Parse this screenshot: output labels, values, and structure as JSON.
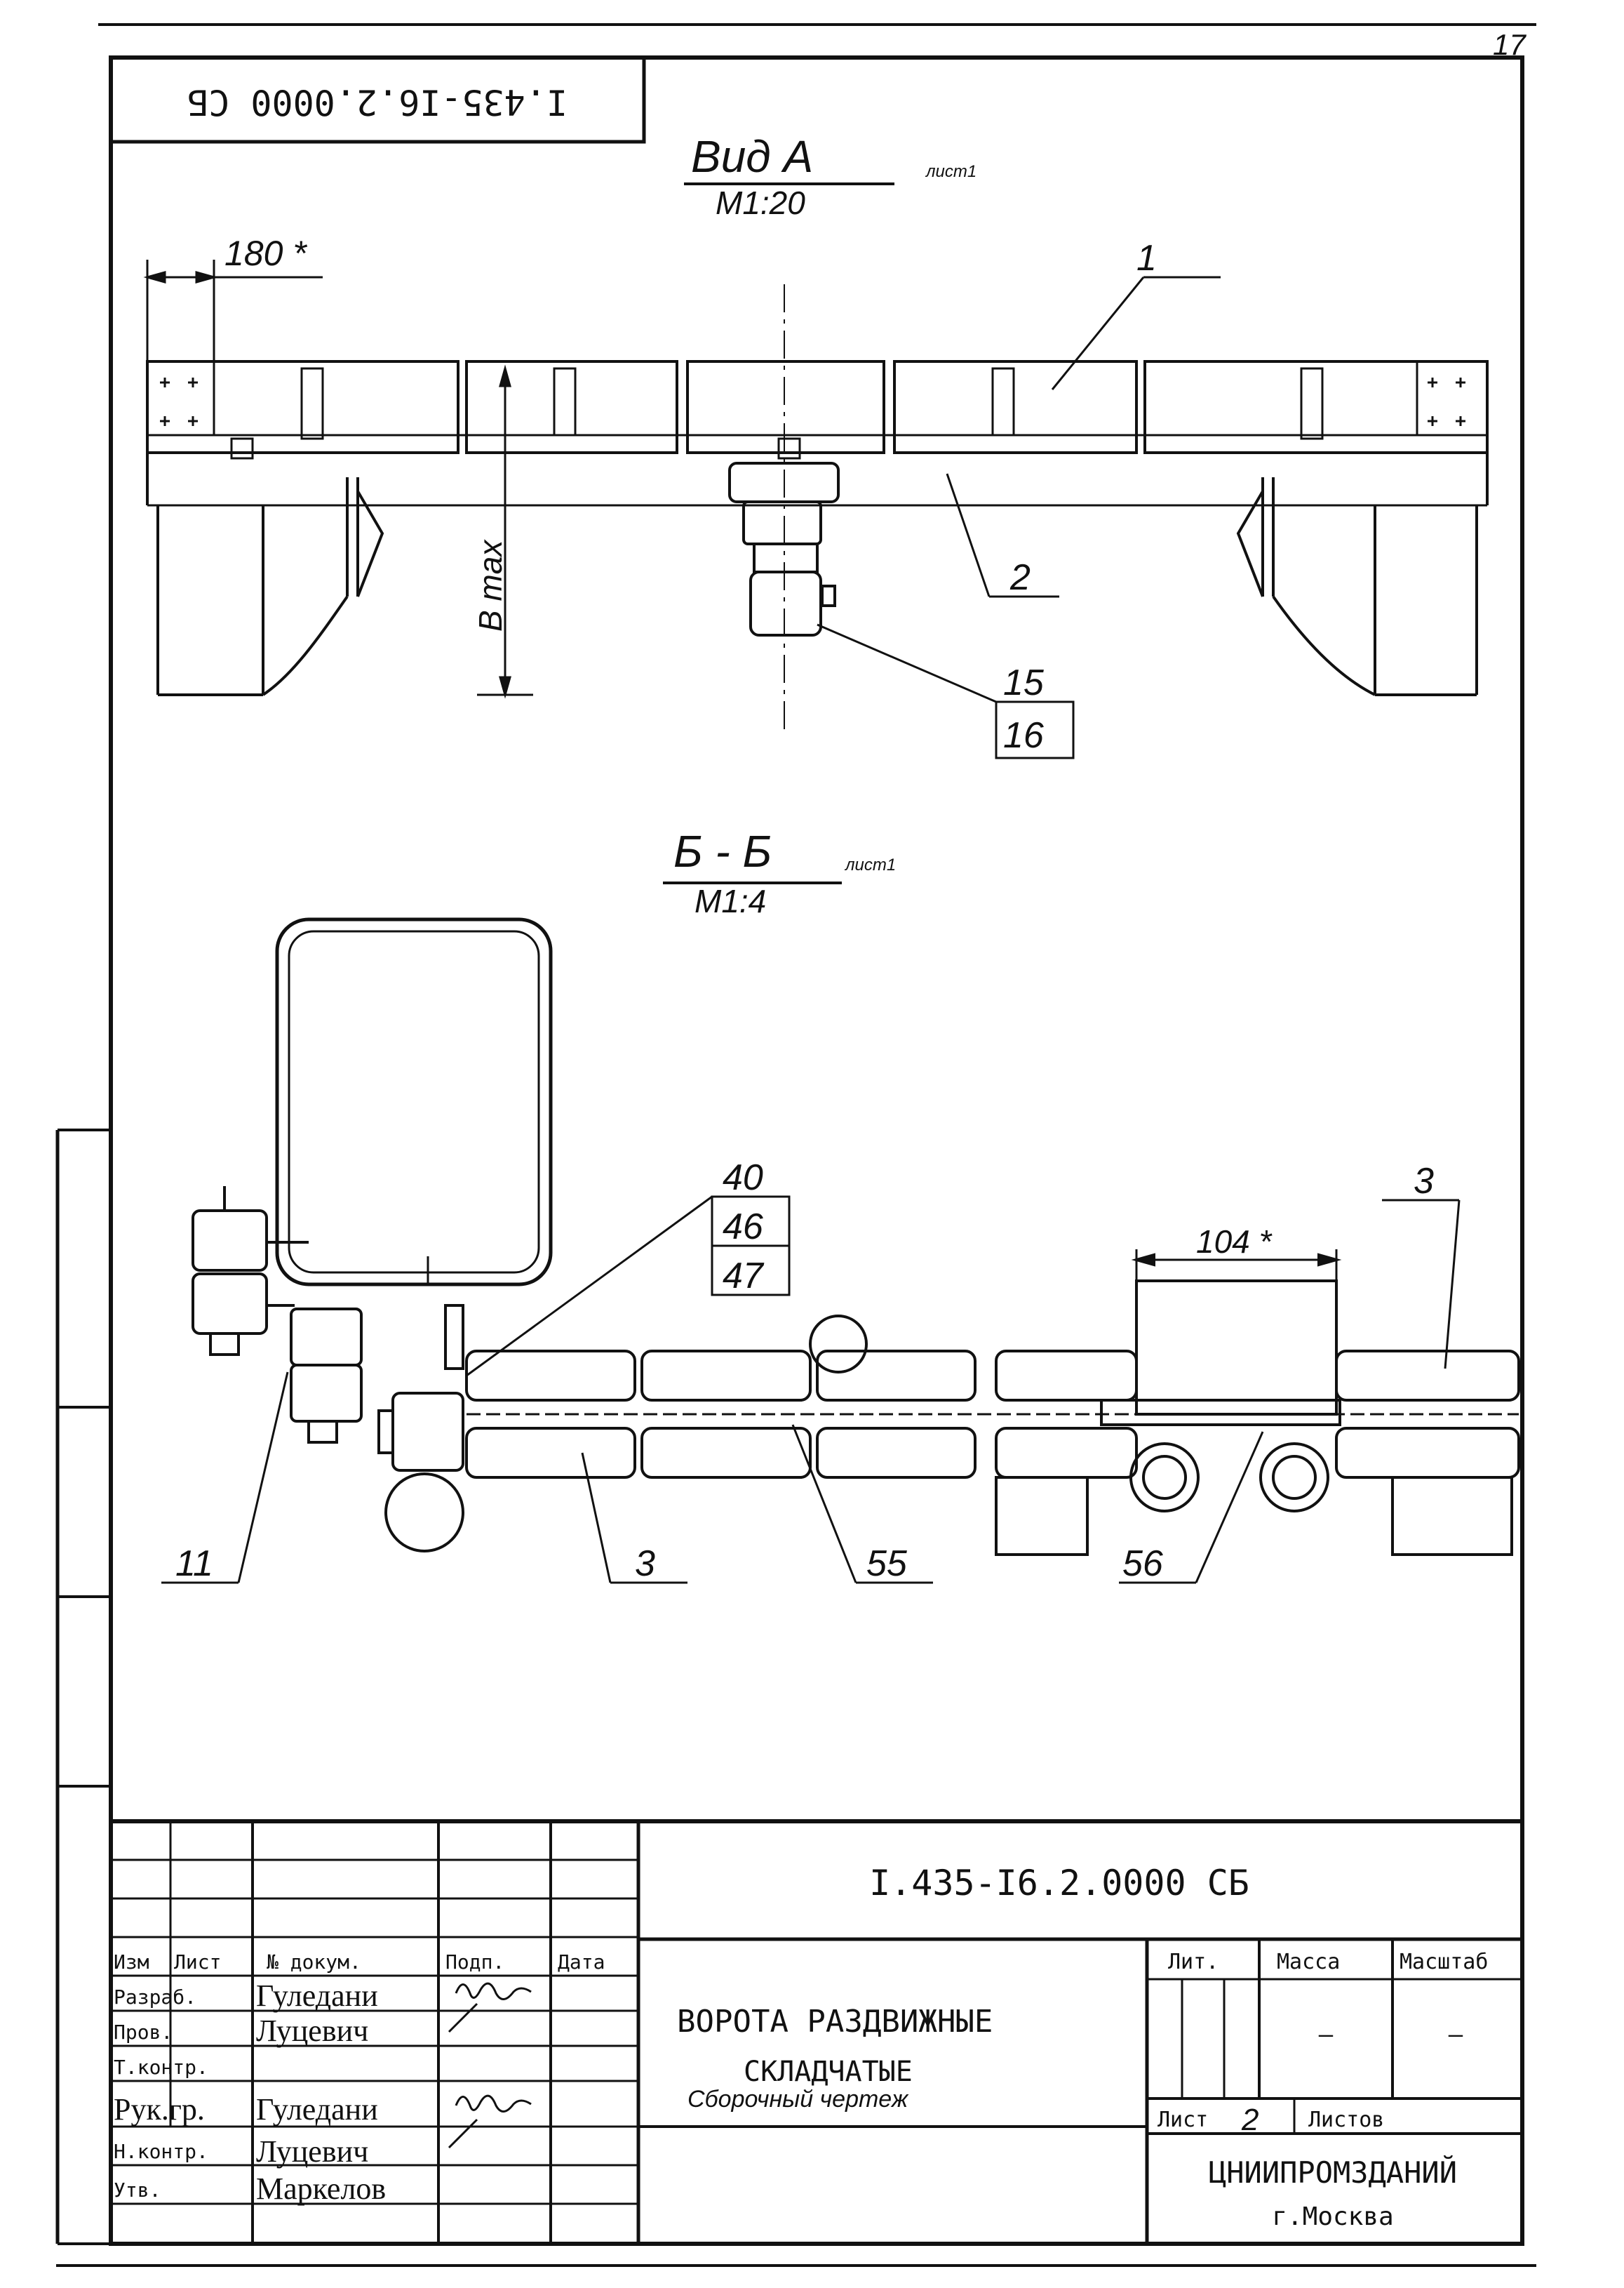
{
  "sheet": {
    "page_number": "17",
    "rotated_code": "I.435-I6.2.0000 СБ"
  },
  "view_a": {
    "title": "Вид А",
    "scale": "М1:20",
    "sheet_ref": "лист1",
    "dimension": "180 *",
    "height_label": "B max",
    "leaders": [
      "1",
      "2",
      "15",
      "16"
    ]
  },
  "section_bb": {
    "title": "Б - Б",
    "scale": "М1:4",
    "sheet_ref": "лист1",
    "dimension": "104 *",
    "leaders": [
      "40",
      "46",
      "47",
      "3",
      "11",
      "3",
      "55",
      "56"
    ]
  },
  "title_block": {
    "document_code": "I.435-I6.2.0000 СБ",
    "headers": [
      "Изм",
      "Лист",
      "№ докум.",
      "Подп.",
      "Дата"
    ],
    "rows": [
      {
        "role": "Разраб.",
        "name": "Гуледани",
        "signed": true
      },
      {
        "role": "Пров.",
        "name": "Луцевич",
        "signed": false
      },
      {
        "role": "Т.контр.",
        "name": "",
        "signed": false
      },
      {
        "role": "Рук.гр.",
        "name": "Гуледани",
        "signed": true
      },
      {
        "role": "Н.контр.",
        "name": "Луцевич",
        "signed": false
      },
      {
        "role": "Утв.",
        "name": "Маркелов",
        "signed": false
      }
    ],
    "title_line1": "ВОРОТА  РАЗДВИЖНЫЕ",
    "title_line2": "СКЛАДЧАТЫЕ",
    "doc_type": "Сборочный чертеж",
    "lit_label": "Лит.",
    "mass_label": "Масса",
    "scale_label": "Масштаб",
    "mass_value": "—",
    "scale_value": "—",
    "sheet_label": "Лист",
    "sheet_value": "2",
    "sheets_label": "Листов",
    "organization": "ЦНИИПРОМЗДАНИЙ",
    "city": "г.Москва"
  }
}
